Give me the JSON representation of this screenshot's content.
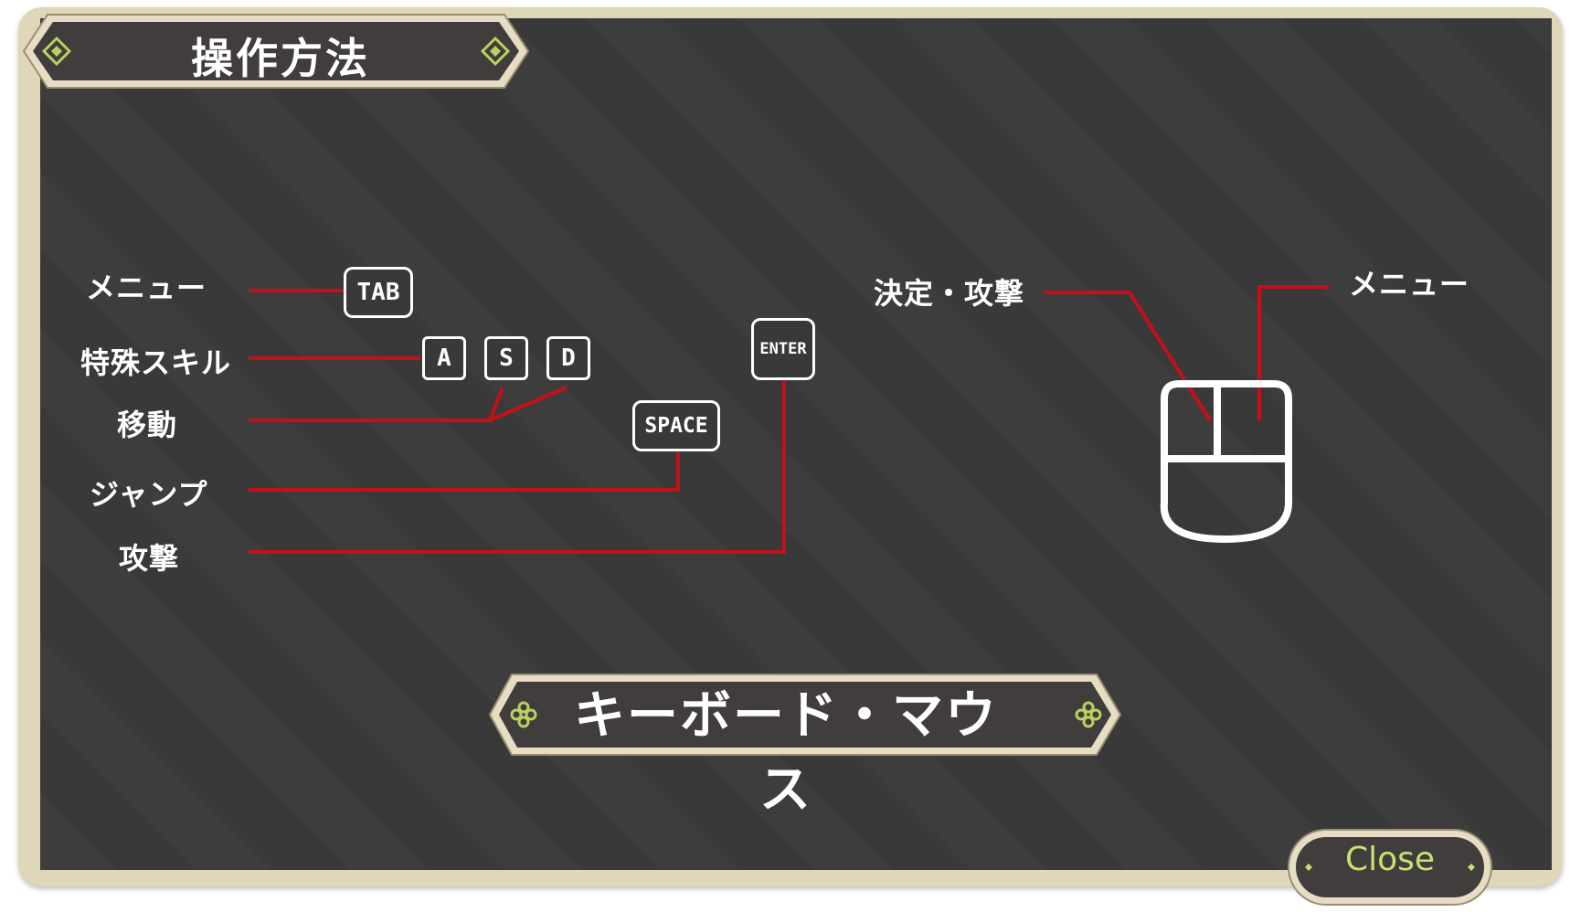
{
  "title": "操作方法",
  "keyboard": {
    "labels": {
      "menu": "メニュー",
      "skill": "特殊スキル",
      "move": "移動",
      "jump": "ジャンプ",
      "attack": "攻撃"
    },
    "keys": {
      "tab": "TAB",
      "a": "A",
      "s": "S",
      "d": "D",
      "space": "SPACE",
      "enter": "ENTER"
    }
  },
  "mouse": {
    "left_label": "決定・攻撃",
    "right_label": "メニュー"
  },
  "mode_banner": "キーボード・マウス",
  "close_label": "Close",
  "colors": {
    "panel": "#3a3939",
    "frame": "#e0d7b8",
    "line": "#c4101a",
    "accent": "#c8e070"
  }
}
